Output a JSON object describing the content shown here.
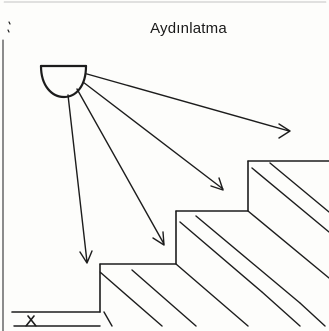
{
  "diagram": {
    "title": "Aydınlatma",
    "components": {
      "lamp": "lamp-icon",
      "light_rays": 4,
      "stair_steps": 4
    },
    "colors": {
      "ink": "#1c1c1c",
      "paper": "#fdfdfb"
    }
  }
}
